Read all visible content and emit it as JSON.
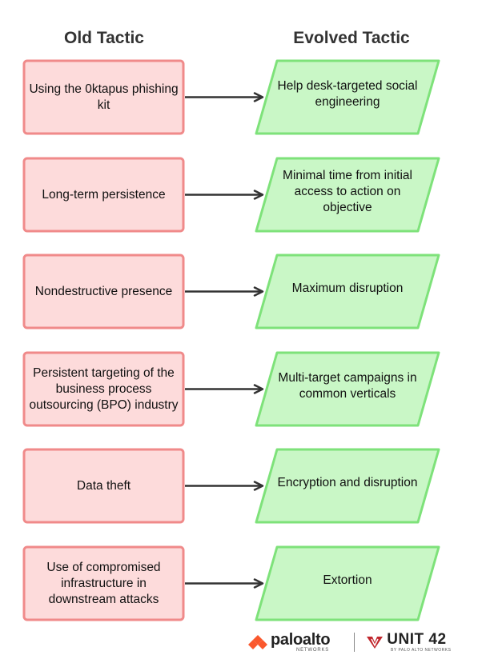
{
  "headers": {
    "old": "Old Tactic",
    "evolved": "Evolved Tactic"
  },
  "colors": {
    "old_fill": "#fddbdb",
    "old_stroke": "#f08a8a",
    "new_fill": "#c9f7c6",
    "new_stroke": "#7ee27a",
    "arrow": "#333333",
    "pa_logo": "#fa582d",
    "u42_logo": "#c1272d"
  },
  "rows": [
    {
      "old": "Using the 0ktapus phishing kit",
      "evolved": "Help desk-targeted social engineering"
    },
    {
      "old": "Long-term persistence",
      "evolved": "Minimal time from initial access to action on objective"
    },
    {
      "old": "Nondestructive presence",
      "evolved": "Maximum disruption"
    },
    {
      "old": "Persistent targeting of the business process outsourcing (BPO) industry",
      "evolved": "Multi-target campaigns in common verticals"
    },
    {
      "old": "Data theft",
      "evolved": "Encryption and disruption"
    },
    {
      "old": "Use of compromised infrastructure in downstream attacks",
      "evolved": "Extortion"
    }
  ],
  "logos": {
    "paloalto": "paloalto",
    "paloalto_sub": "NETWORKS",
    "unit42": "UNIT 42",
    "unit42_sub": "BY PALO ALTO NETWORKS",
    "paloalto_icon": "paloalto-logo-icon",
    "unit42_icon": "unit42-logo-icon"
  }
}
